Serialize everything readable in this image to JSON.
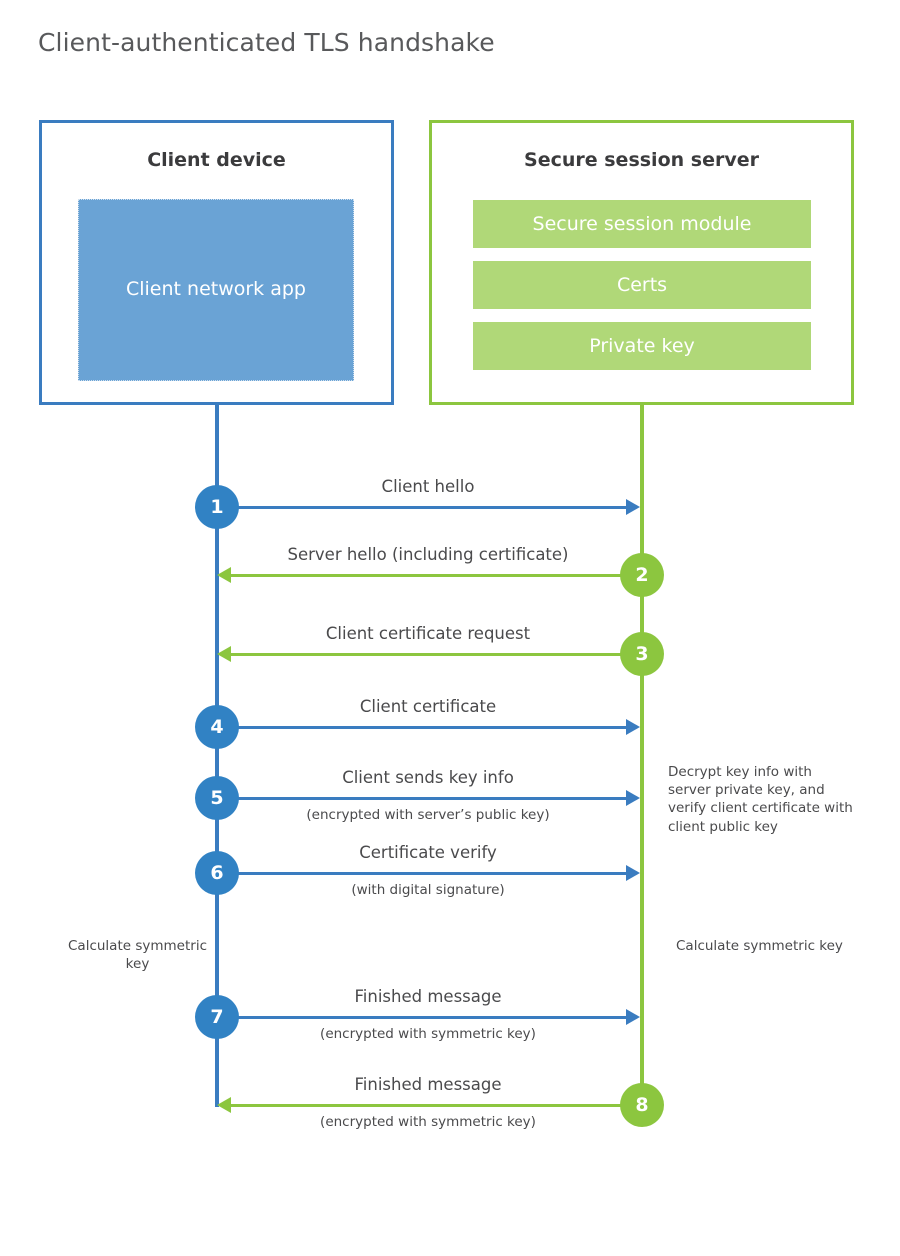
{
  "title": "Client-authenticated TLS handshake",
  "colors": {
    "client_blue": "#3a7cc0",
    "client_app_fill": "#6aa3d5",
    "server_green": "#8cc63f",
    "server_bar_fill": "#b0d878",
    "step_blue": "#3182c4",
    "text_gray": "#4a4a4c",
    "title_gray": "#58595b"
  },
  "client": {
    "title": "Client device",
    "app_label": "Client network app"
  },
  "server": {
    "title": "Secure session server",
    "modules": [
      {
        "label": "Secure session module"
      },
      {
        "label": "Certs"
      },
      {
        "label": "Private key"
      }
    ]
  },
  "messages": [
    {
      "step": "1",
      "label": "Client hello",
      "sublabel": "",
      "direction": "client-to-server",
      "color": "blue"
    },
    {
      "step": "2",
      "label": "Server hello (including certificate)",
      "sublabel": "",
      "direction": "server-to-client",
      "color": "green"
    },
    {
      "step": "3",
      "label": "Client certificate request",
      "sublabel": "",
      "direction": "server-to-client",
      "color": "green"
    },
    {
      "step": "4",
      "label": "Client certificate",
      "sublabel": "",
      "direction": "client-to-server",
      "color": "blue"
    },
    {
      "step": "5",
      "label": "Client sends key info",
      "sublabel": "(encrypted with server’s public key)",
      "direction": "client-to-server",
      "color": "blue"
    },
    {
      "step": "6",
      "label": "Certificate verify",
      "sublabel": "(with digital signature)",
      "direction": "client-to-server",
      "color": "blue"
    },
    {
      "step": "7",
      "label": "Finished message",
      "sublabel": "(encrypted with symmetric key)",
      "direction": "client-to-server",
      "color": "blue"
    },
    {
      "step": "8",
      "label": "Finished message",
      "sublabel": "(encrypted with symmetric key)",
      "direction": "server-to-client",
      "color": "green"
    }
  ],
  "notes": {
    "decrypt": "Decrypt key info with server private key, and verify client certificate with client public key",
    "calculate_client": "Calculate symmetric key",
    "calculate_server": "Calculate symmetric key"
  }
}
